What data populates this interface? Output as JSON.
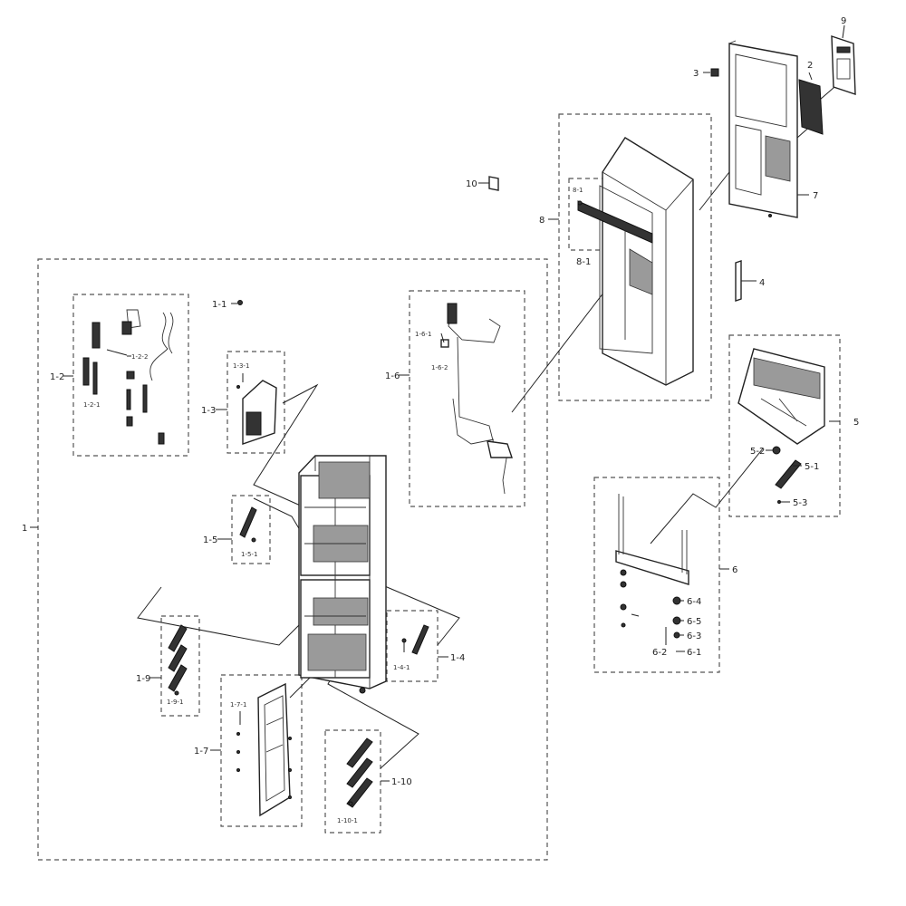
{
  "labels": {
    "l1": "1",
    "l1_1": "1-1",
    "l1_2": "1-2",
    "l1_2_1": "1-2-1",
    "l1_2_2": "1-2-2",
    "l1_3": "1-3",
    "l1_3_1": "1-3-1",
    "l1_4": "1-4",
    "l1_4_1": "1-4-1",
    "l1_5": "1-5",
    "l1_5_1": "1-5-1",
    "l1_6": "1-6",
    "l1_6_1": "1-6-1",
    "l1_6_2": "1-6-2",
    "l1_7": "1-7",
    "l1_7_1": "1-7-1",
    "l1_9": "1-9",
    "l1_9_1": "1-9-1",
    "l1_10": "1-10",
    "l1_10_1": "1-10-1",
    "l2": "2",
    "l3": "3",
    "l4": "4",
    "l5": "5",
    "l5_1": "5-1",
    "l5_2": "5-2",
    "l5_3": "5-3",
    "l6": "6",
    "l6_1": "6-1",
    "l6_2": "6-2",
    "l6_3": "6-3",
    "l6_4": "6-4",
    "l6_5": "6-5",
    "l7": "7",
    "l8": "8",
    "l8_1": "8-1",
    "l8_1_top": "8-1",
    "l9": "9",
    "l10": "10"
  }
}
